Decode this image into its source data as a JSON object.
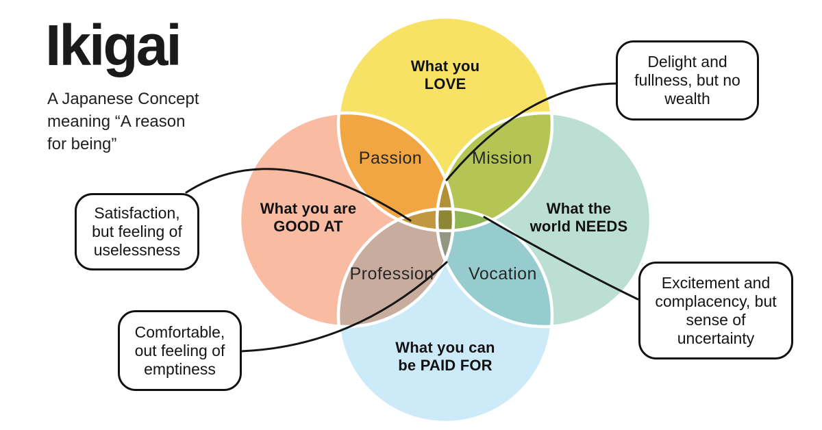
{
  "header": {
    "title": "Ikigai",
    "subtitle": "A Japanese Concept\nmeaning “A reason\nfor being”"
  },
  "venn": {
    "circles": [
      {
        "name": "love",
        "label": "What you\nLOVE",
        "color": "#F7E266"
      },
      {
        "name": "good-at",
        "label": "What you are\nGOOD AT",
        "color": "#F9BCA2"
      },
      {
        "name": "world-needs",
        "label": "What the\nworld NEEDS",
        "color": "#BBDFD3"
      },
      {
        "name": "paid-for",
        "label": "What you can\nbe PAID FOR",
        "color": "#CDEAF8"
      }
    ],
    "overlaps": [
      {
        "name": "passion",
        "label": "Passion"
      },
      {
        "name": "mission",
        "label": "Mission"
      },
      {
        "name": "profession",
        "label": "Profession"
      },
      {
        "name": "vocation",
        "label": "Vocation"
      }
    ]
  },
  "callouts": [
    {
      "name": "delight",
      "text": "Delight and fullness, but no wealth"
    },
    {
      "name": "satisfaction",
      "text": "Satisfaction, but feeling of uselessness"
    },
    {
      "name": "comfortable",
      "text": "Comfortable, out feeling of emptiness"
    },
    {
      "name": "excitement",
      "text": "Excitement and complacency, but sense of uncertainty"
    }
  ],
  "colors": {
    "circle_outline": "#ffffff",
    "connector": "#161616",
    "text": "#151515",
    "background": "#ffffff"
  }
}
